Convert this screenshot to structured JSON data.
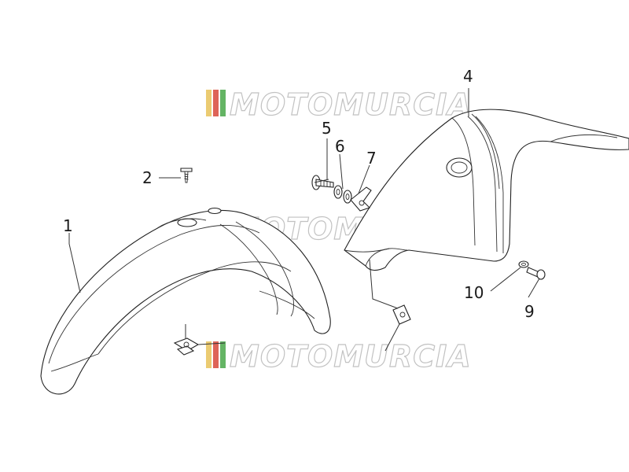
{
  "diagram": {
    "watermark": "MOTOMURCIA",
    "watermark_colors": [
      "#e8c35a",
      "#d94a3c",
      "#4aa84a"
    ],
    "callouts": [
      "1",
      "2",
      "4",
      "5",
      "6",
      "7",
      "9",
      "10"
    ]
  }
}
